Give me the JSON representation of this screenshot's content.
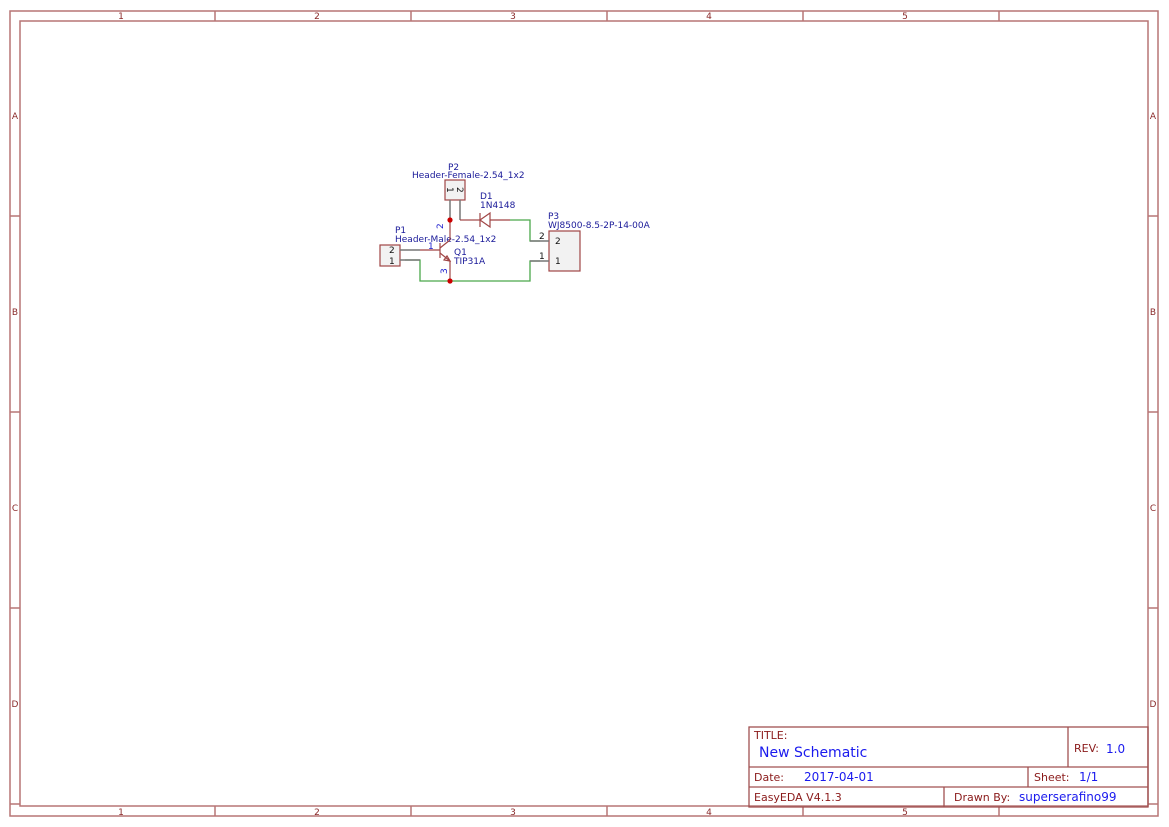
{
  "frame": {
    "columns": [
      "1",
      "2",
      "3",
      "4",
      "5"
    ],
    "rows": [
      "A",
      "B",
      "C",
      "D"
    ]
  },
  "title_block": {
    "title_label": "TITLE:",
    "title_value": "New Schematic",
    "rev_label": "REV:",
    "rev_value": "1.0",
    "date_label": "Date:",
    "date_value": "2017-04-01",
    "sheet_label": "Sheet:",
    "sheet_value": "1/1",
    "tool": "EasyEDA V4.1.3",
    "drawn_by_label": "Drawn By:",
    "drawn_by_value": "superserafino99"
  },
  "components": {
    "p1": {
      "ref": "P1",
      "value": "Header-Male-2.54_1x2",
      "pins": [
        "2",
        "1"
      ]
    },
    "p2": {
      "ref": "P2",
      "value": "Header-Female-2.54_1x2",
      "pins": [
        "1",
        "2"
      ]
    },
    "p3": {
      "ref": "P3",
      "value": "WJ8500-8.5-2P-14-00A",
      "pins": [
        "2",
        "1"
      ],
      "pin_labels": [
        "2",
        "1"
      ]
    },
    "d1": {
      "ref": "D1",
      "value": "1N4148"
    },
    "q1": {
      "ref": "Q1",
      "value": "TIP31A",
      "pins": [
        "1",
        "2",
        "3"
      ]
    }
  },
  "colors": {
    "frame": "#b77575",
    "wire": "#4aa84a",
    "component_outline": "#a04545",
    "text_blue": "#1a1aee",
    "junction": "#cc0000"
  }
}
